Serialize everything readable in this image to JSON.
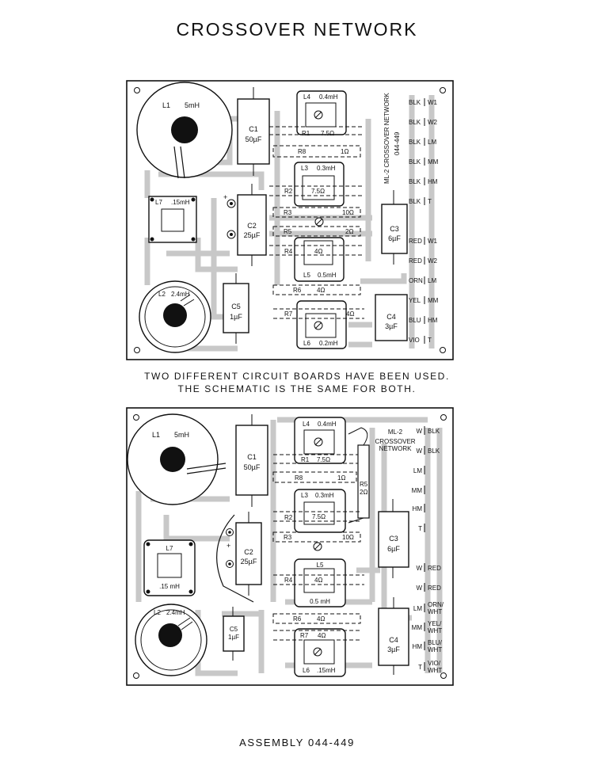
{
  "title": "CROSSOVER NETWORK",
  "note": {
    "line1": "TWO DIFFERENT CIRCUIT BOARDS HAVE BEEN USED.",
    "line2": "THE SCHEMATIC IS THE SAME FOR BOTH."
  },
  "assembly": "ASSEMBLY 044-449",
  "board1": {
    "vertical_label": "ML-2  CROSSOVER NETWORK",
    "vertical_number": "044-449",
    "L1": {
      "name": "L1",
      "value": "5mH"
    },
    "L2": {
      "name": "L2",
      "value": "2.4mH"
    },
    "L7": {
      "name": "L7",
      "value": ".15mH"
    },
    "C1": {
      "name": "C1",
      "value": "50µF"
    },
    "C2": {
      "name": "C2",
      "value": "25µF"
    },
    "C3": {
      "name": "C3",
      "value": "6µF"
    },
    "C4": {
      "name": "C4",
      "value": "3µF"
    },
    "C5": {
      "name": "C5",
      "value": "1µF"
    },
    "L3": {
      "name": "L3",
      "value": "0.3mH"
    },
    "L4": {
      "name": "L4",
      "value": "0.4mH"
    },
    "L5": {
      "name": "L5",
      "value": "0.5mH"
    },
    "L6": {
      "name": "L6",
      "value": "0.2mH"
    },
    "R1": {
      "name": "R1",
      "value": "7.5Ω"
    },
    "R2": {
      "name": "R2",
      "value": "7.5Ω"
    },
    "R3": {
      "name": "R3",
      "value": "10Ω"
    },
    "R4": {
      "name": "R4",
      "value": "4Ω"
    },
    "R5": {
      "name": "R5",
      "value": "2Ω"
    },
    "R6": {
      "name": "R6",
      "value": "4Ω"
    },
    "R7": {
      "name": "R7",
      "value": "4Ω"
    },
    "R8": {
      "name": "R8",
      "value": "1Ω"
    },
    "plus": "+",
    "terminals": [
      {
        "color": "BLK",
        "code": "W1"
      },
      {
        "color": "BLK",
        "code": "W2"
      },
      {
        "color": "BLK",
        "code": "LM"
      },
      {
        "color": "BLK",
        "code": "MM"
      },
      {
        "color": "BLK",
        "code": "HM"
      },
      {
        "color": "BLK",
        "code": "T"
      },
      {
        "color": "RED",
        "code": "W1"
      },
      {
        "color": "RED",
        "code": "W2"
      },
      {
        "color": "ORN",
        "code": "LM"
      },
      {
        "color": "YEL",
        "code": "MM"
      },
      {
        "color": "BLU",
        "code": "HM"
      },
      {
        "color": "VIO",
        "code": "T"
      }
    ]
  },
  "board2": {
    "title_line1": "ML-2",
    "title_line2": "CROSSOVER",
    "title_line3": "NETWORK",
    "L1": {
      "name": "L1",
      "value": "5mH"
    },
    "L2": {
      "name": "L2",
      "value": "2.4mH"
    },
    "L7": {
      "name": "L7",
      "value": ".15 mH"
    },
    "C1": {
      "name": "C1",
      "value": "50µF"
    },
    "C2": {
      "name": "C2",
      "value": "25µF"
    },
    "C3": {
      "name": "C3",
      "value": "6µF"
    },
    "C4": {
      "name": "C4",
      "value": "3µF"
    },
    "C5": {
      "name": "C5",
      "value": "1µF"
    },
    "L3": {
      "name": "L3",
      "value": "0.3mH"
    },
    "L4": {
      "name": "L4",
      "value": "0.4mH"
    },
    "L5": {
      "name": "L5",
      "value": "0.5 mH"
    },
    "L6": {
      "name": "L6",
      "value": ".15mH"
    },
    "R1": {
      "name": "R1",
      "value": "7.5Ω"
    },
    "R2": {
      "name": "R2",
      "value": "7.5Ω"
    },
    "R3": {
      "name": "R3",
      "value": "10Ω"
    },
    "R4": {
      "name": "R4",
      "value": "4Ω"
    },
    "R5": {
      "name": "R5",
      "value": "2Ω"
    },
    "R6": {
      "name": "R6",
      "value": "4Ω"
    },
    "R7": {
      "name": "R7",
      "value": "4Ω"
    },
    "R8": {
      "name": "R8",
      "value": "1Ω"
    },
    "plus": "+",
    "terminals": [
      {
        "code": "W",
        "color": "BLK"
      },
      {
        "code": "W",
        "color": "BLK"
      },
      {
        "code": "LM",
        "color": ""
      },
      {
        "code": "MM",
        "color": ""
      },
      {
        "code": "HM",
        "color": ""
      },
      {
        "code": "T",
        "color": ""
      },
      {
        "code": "W",
        "color": "RED"
      },
      {
        "code": "W",
        "color": "RED"
      },
      {
        "code": "LM",
        "color": "ORN/",
        "color2": "WHT"
      },
      {
        "code": "MM",
        "color": "YEL/",
        "color2": "WHT"
      },
      {
        "code": "HM",
        "color": "BLU/",
        "color2": "WHT"
      },
      {
        "code": "T",
        "color": "VIO/",
        "color2": "WHT"
      }
    ]
  }
}
